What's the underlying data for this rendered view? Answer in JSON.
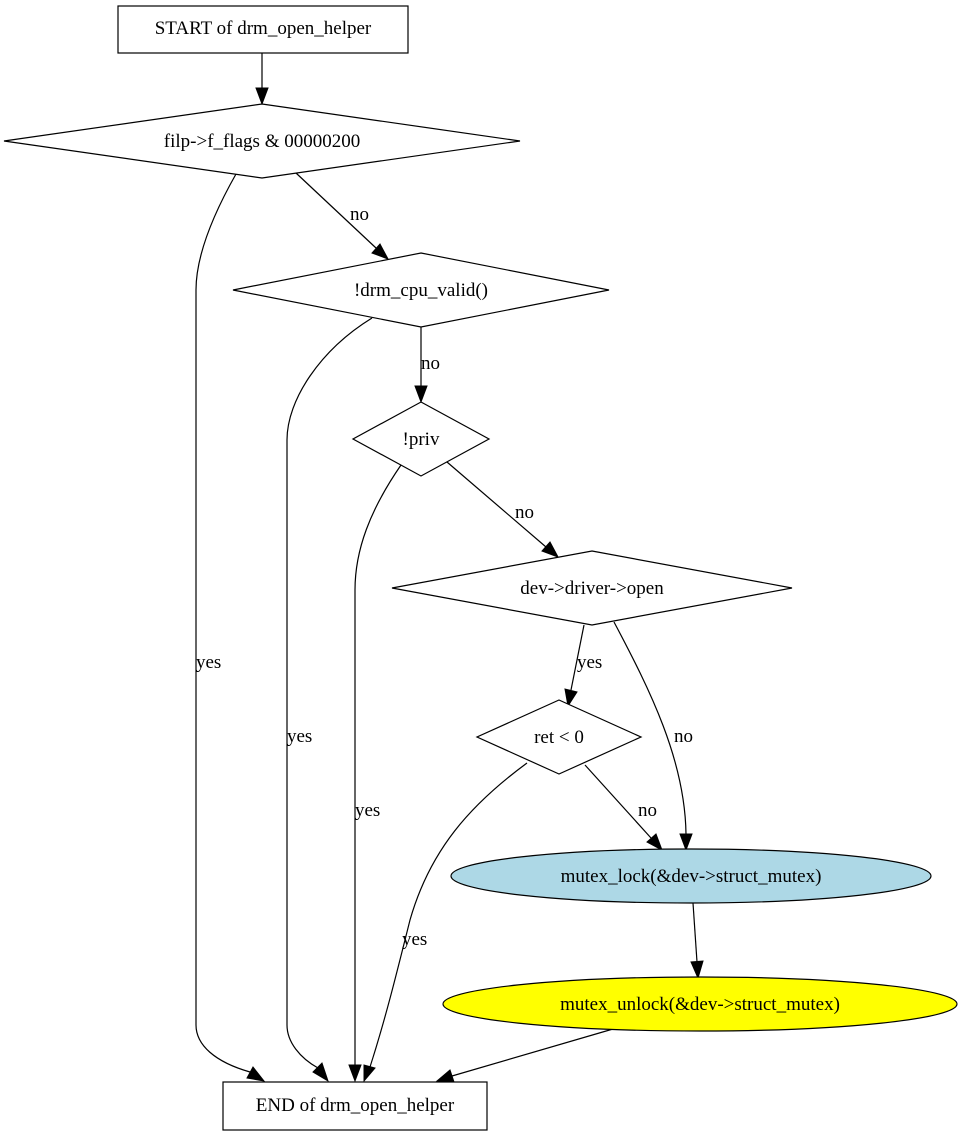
{
  "nodes": {
    "start": "START of drm_open_helper",
    "cond_flags": "filp->f_flags & 00000200",
    "cond_cpu": "!drm_cpu_valid()",
    "cond_priv": "!priv",
    "cond_open": "dev->driver->open",
    "cond_ret": "ret < 0",
    "lock": "mutex_lock(&dev->struct_mutex)",
    "unlock": "mutex_unlock(&dev->struct_mutex)",
    "end": "END of drm_open_helper"
  },
  "edge_labels": {
    "flags_no": "no",
    "flags_yes": "yes",
    "cpu_no": "no",
    "cpu_yes": "yes",
    "priv_no": "no",
    "priv_yes": "yes",
    "open_yes": "yes",
    "open_no": "no",
    "ret_no": "no",
    "ret_yes": "yes"
  },
  "colors": {
    "lock_fill": "#add8e6",
    "unlock_fill": "#ffff00"
  }
}
